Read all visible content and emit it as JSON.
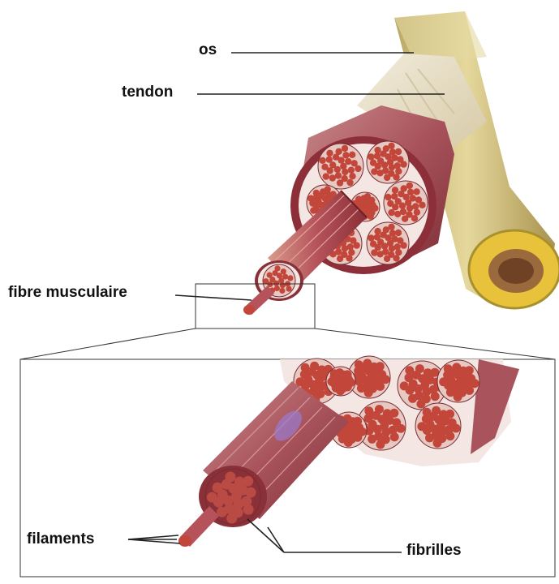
{
  "labels": {
    "os": "os",
    "tendon": "tendon",
    "fibre_musculaire": "fibre musculaire",
    "filaments": "filaments",
    "fibrilles": "fibrilles"
  },
  "colors": {
    "bone": "#d8c98a",
    "bone_marrow": "#e8c33a",
    "tendon": "#e6dfcc",
    "muscle": "#b3505a",
    "muscle_dark": "#8c2f38",
    "fascicle_fill": "#c2463a",
    "sheath": "#f3e6e3",
    "leader": "#222222"
  }
}
